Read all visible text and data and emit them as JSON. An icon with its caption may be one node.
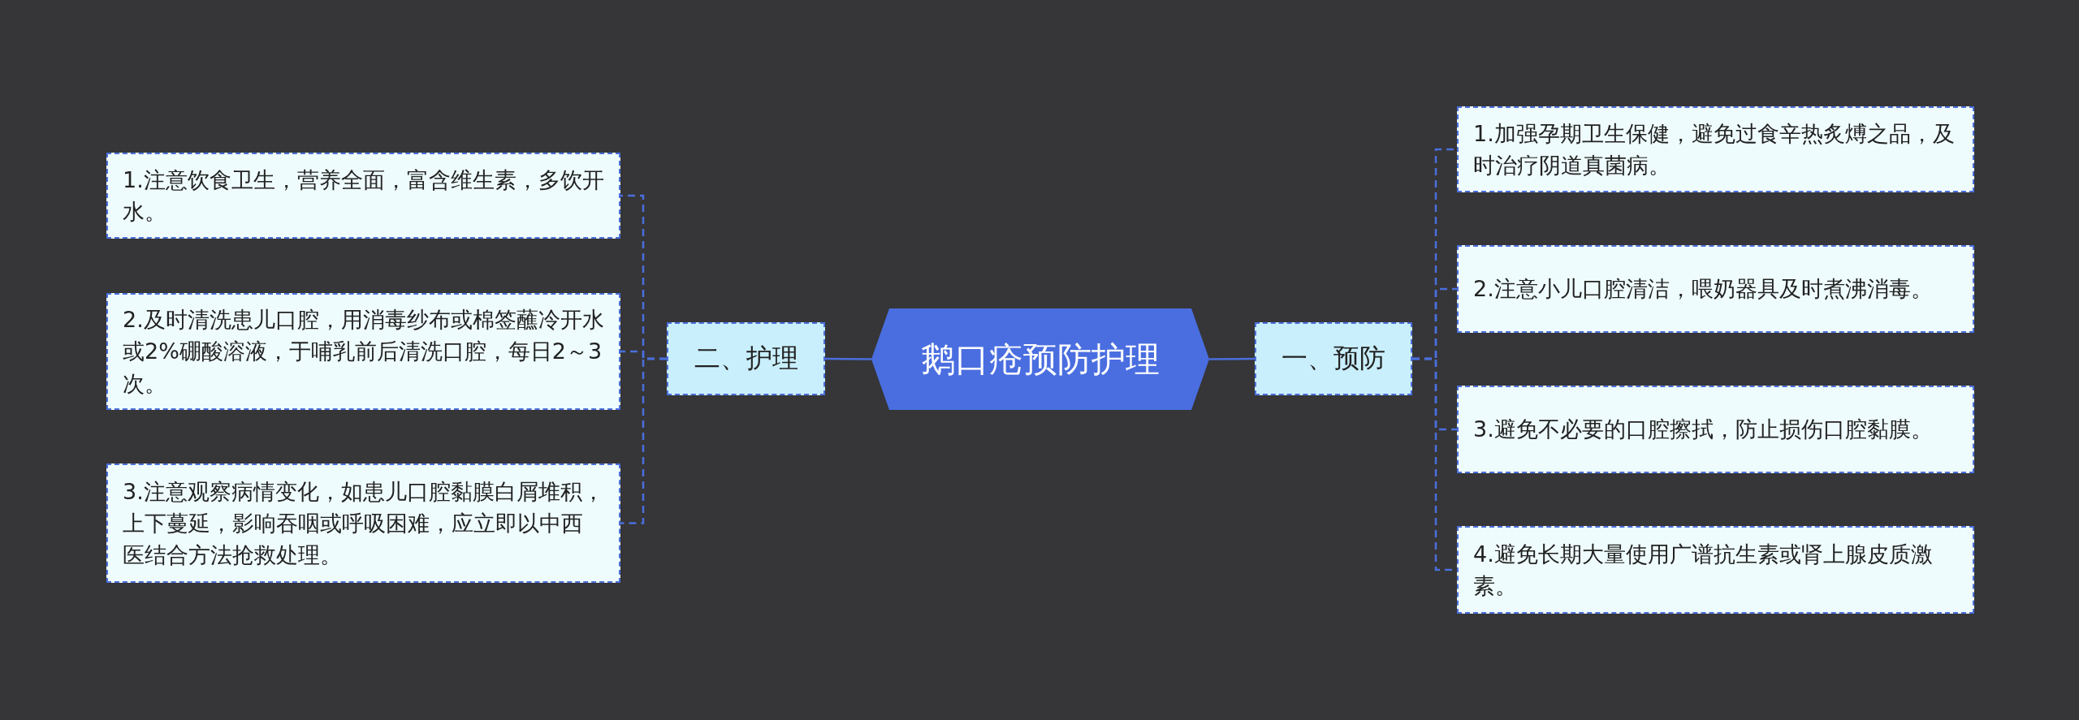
{
  "diagram": {
    "nodes": [
      {
        "text": [
          "鹅口疮预防护理"
        ]
      },
      {
        "text": [
          "一、预防"
        ]
      },
      {
        "text": [
          "1.加强孕期卫生保健，避免过食辛热炙煿之品，及时治疗阴道真菌病。"
        ]
      },
      {
        "text": [
          "2.注意小儿口腔清洁，喂奶器具及时煮沸消毒。"
        ]
      },
      {
        "text": [
          "3.避免不必要的口腔擦拭，防止损伤口腔黏膜。"
        ]
      },
      {
        "text": [
          "4.避免长期大量使用广谱抗生素或肾上腺皮质激素。"
        ]
      },
      {
        "text": [
          "二、护理"
        ]
      },
      {
        "text": [
          "1.注意饮食卫生，营养全面，富含维生素，多饮开水。"
        ]
      },
      {
        "text": [
          "2.及时清洗患儿口腔，用消毒纱布或棉签蘸冷开水或2%硼酸溶液，于哺乳前后清洗口腔，每日2～3次。"
        ]
      },
      {
        "text": [
          "3.注意观察病情变化，如患儿口腔黏膜白屑堆积，上下蔓延，影响吞咽或呼吸困难，应立即以中西医结合方法抢救处理。"
        ]
      }
    ],
    "edges": [
      {
        "from": 0,
        "to": 1,
        "arrow": "none"
      },
      {
        "from": 1,
        "to": 2,
        "arrow": "none",
        "style": "dashed"
      },
      {
        "from": 1,
        "to": 3,
        "arrow": "none",
        "style": "dashed"
      },
      {
        "from": 1,
        "to": 4,
        "arrow": "none",
        "style": "dashed"
      },
      {
        "from": 1,
        "to": 5,
        "arrow": "none",
        "style": "dashed"
      },
      {
        "from": 0,
        "to": 6,
        "arrow": "none"
      },
      {
        "from": 6,
        "to": 7,
        "arrow": "none",
        "style": "dashed"
      },
      {
        "from": 6,
        "to": 8,
        "arrow": "none",
        "style": "dashed"
      },
      {
        "from": 6,
        "to": 9,
        "arrow": "none",
        "style": "dashed"
      }
    ]
  }
}
